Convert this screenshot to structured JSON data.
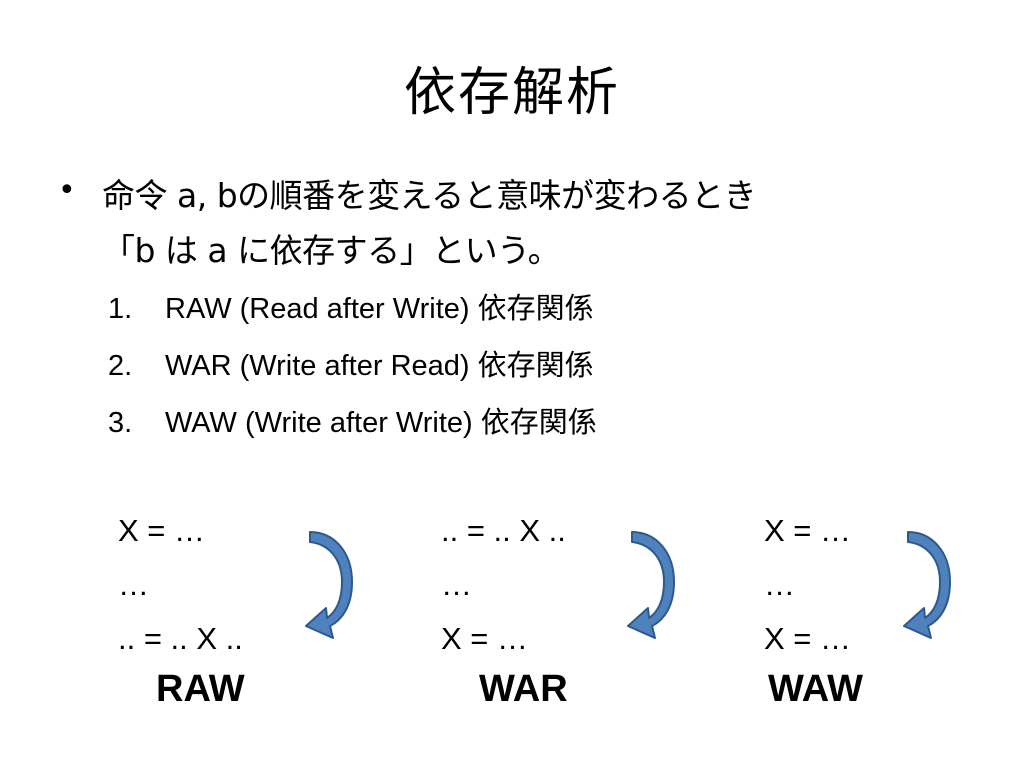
{
  "slide": {
    "title": "依存解析",
    "bullet": {
      "line1": "命令 a, bの順番を変えると意味が変わるとき",
      "line2": "「b は a に依存する」という。"
    },
    "numbered": [
      {
        "num": "1.",
        "text": "RAW (Read after Write) 依存関係"
      },
      {
        "num": "2.",
        "text": "WAR (Write after Read) 依存関係"
      },
      {
        "num": "3.",
        "text": "WAW (Write after Write) 依存関係"
      }
    ],
    "examples": [
      {
        "lines": [
          "X = …",
          "…",
          ".. = .. X .."
        ],
        "label": "RAW"
      },
      {
        "lines": [
          ".. = .. X ..",
          "…",
          "X = …"
        ],
        "label": "WAR"
      },
      {
        "lines": [
          "X = …",
          "…",
          "X = …"
        ],
        "label": "WAW"
      }
    ]
  },
  "colors": {
    "arrow_fill": "#4f81bd",
    "arrow_stroke": "#2c5a8c"
  },
  "icons": [
    "curved-arrow-icon"
  ]
}
